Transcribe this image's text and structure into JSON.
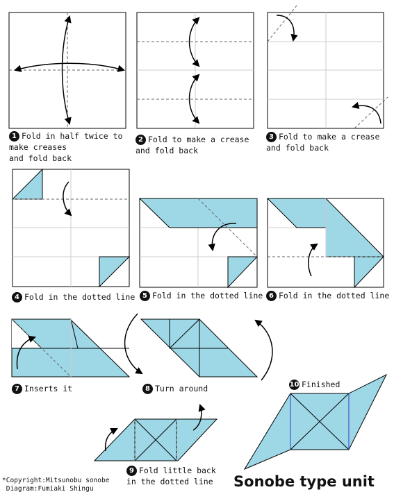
{
  "title": "Sonobe type unit",
  "credits": {
    "copyright": "*Copyright:Mitsunobu sonobe",
    "diagram": " Diagram:Fumiaki Shingu"
  },
  "steps": [
    {
      "num": "1",
      "text": "Fold in half twice to\nmake creases\nand fold back"
    },
    {
      "num": "2",
      "text": "Fold to make a crease\nand fold back"
    },
    {
      "num": "3",
      "text": "Fold to make a crease\nand fold back"
    },
    {
      "num": "4",
      "text": "Fold in the dotted line"
    },
    {
      "num": "5",
      "text": "Fold in the dotted line"
    },
    {
      "num": "6",
      "text": "Fold in the dotted line"
    },
    {
      "num": "7",
      "text": "Inserts it"
    },
    {
      "num": "8",
      "text": "Turn around"
    },
    {
      "num": "9",
      "text": "Fold little back\nin the dotted line"
    },
    {
      "num": "10",
      "text": "Finished"
    }
  ],
  "colors": {
    "paper_colored": "#9ed8e6",
    "paper_white": "#ffffff",
    "outline": "#000000",
    "crease": "#777777",
    "grid": "#c8c8c8",
    "inner_edge": "#2a3cc8"
  }
}
